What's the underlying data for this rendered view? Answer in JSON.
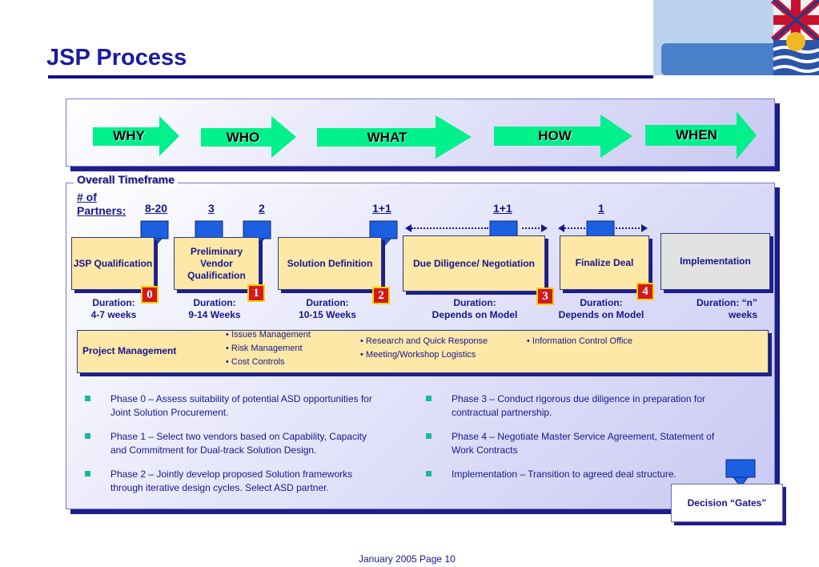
{
  "slide": {
    "title": "JSP Process",
    "footer": "January 2005  Page 10"
  },
  "process_arrows": [
    "WHY",
    "WHO",
    "WHAT",
    "HOW",
    "WHEN"
  ],
  "timeframe_label": "Overall Timeframe",
  "partners_label": [
    "# of",
    "Partners:"
  ],
  "partner_counts": [
    "8-20",
    "3",
    "2",
    "1+1",
    "1+1",
    "1"
  ],
  "phases": [
    {
      "label": "JSP Qualification",
      "gate": "0",
      "duration": [
        "Duration:",
        "4-7 weeks"
      ]
    },
    {
      "label": "Preliminary Vendor Qualification",
      "gate": "1",
      "duration": [
        "Duration:",
        "9-14 Weeks"
      ]
    },
    {
      "label": "Solution Definition",
      "gate": "2",
      "duration": [
        "Duration:",
        "10-15 Weeks"
      ]
    },
    {
      "label": "Due Diligence/ Negotiation",
      "gate": "3",
      "duration": [
        "Duration:",
        "Depends on Model"
      ]
    },
    {
      "label": "Finalize Deal",
      "gate": "4",
      "duration": [
        "Duration:",
        "Depends on Model"
      ]
    },
    {
      "label": "Implementation",
      "gate": "",
      "duration": [
        "Duration: “n”",
        "weeks"
      ]
    }
  ],
  "project_management": {
    "label": "Project Management",
    "group1": [
      "Issues Management",
      "Risk Management",
      "Cost Controls"
    ],
    "group2": [
      "Research and Quick Response",
      "Meeting/Workshop Logistics"
    ],
    "group3": [
      "Information Control Office"
    ]
  },
  "phase_notes_left": [
    "Phase 0 – Assess suitability of potential ASD opportunities for Joint Solution Procurement.",
    "Phase 1 – Select two vendors based on Capability, Capacity and Commitment for Dual-track Solution Design.",
    "Phase 2 – Jointly develop proposed Solution frameworks through iterative design cycles.  Select ASD partner."
  ],
  "phase_notes_right": [
    "Phase 3 – Conduct rigorous due diligence in preparation for contractual partnership.",
    "Phase 4 – Negotiate Master Service Agreement, Statement of Work Contracts",
    "Implementation – Transition to agreed deal structure."
  ],
  "decision_gates_label": "Decision “Gates”",
  "colors": {
    "title": "#1a1aa0",
    "arrow": "#00f08c",
    "phase_fill": "#fde8a8",
    "implementation_fill": "#e2e2e2",
    "gate_box": "#1c5fe0",
    "badge": "#d11a1a",
    "bullet": "#18b89c"
  }
}
